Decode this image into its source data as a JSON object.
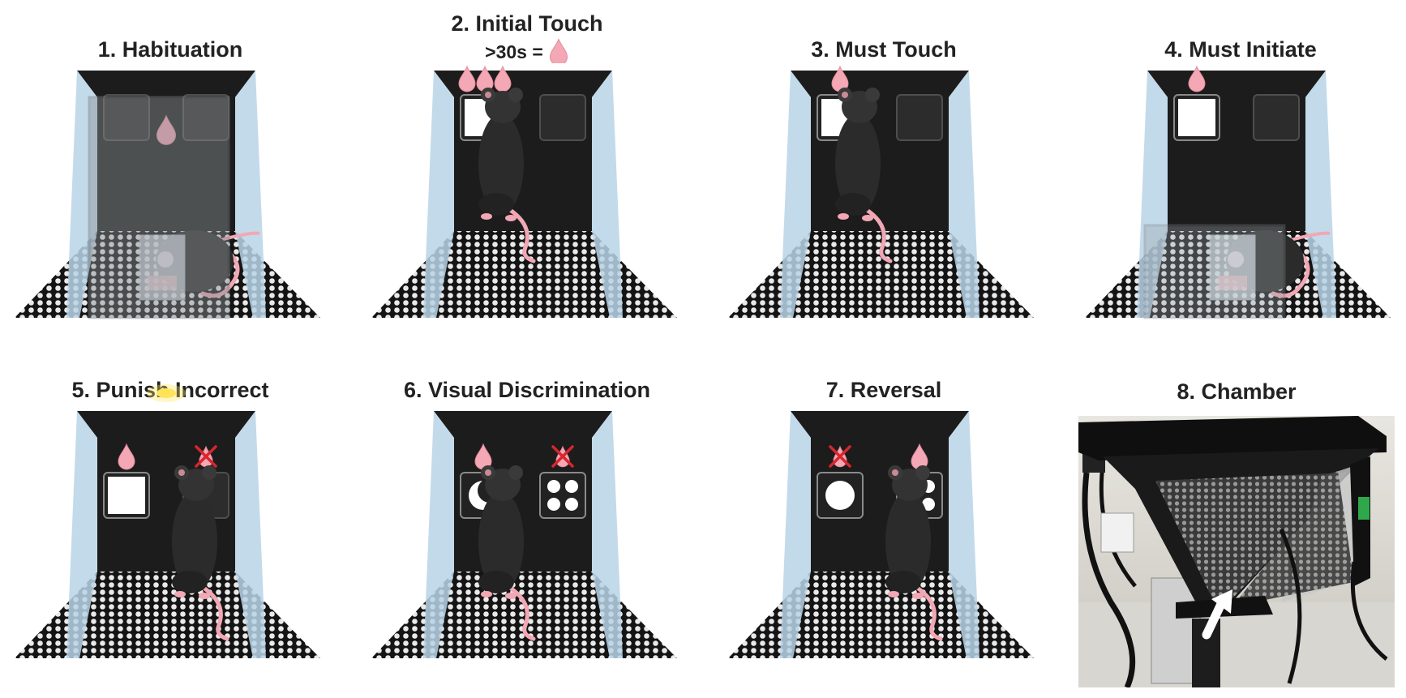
{
  "panels": [
    {
      "title": "1. Habituation",
      "subtitle": "",
      "left_cue": "none",
      "right_cue": "none",
      "center_drop": true,
      "left_drops": 0,
      "left_stim": "dim",
      "right_stim": "dim",
      "right_cue_crossed": false,
      "left_cue_crossed": false,
      "mouse": "start",
      "gate": "closed",
      "house_light": false
    },
    {
      "title": "2. Initial Touch",
      "subtitle": ">30s =",
      "left_drops": 3,
      "left_stim": "white",
      "right_stim": "dim",
      "center_drop": false,
      "right_cue_crossed": false,
      "left_cue_crossed": false,
      "mouse": "left",
      "gate": "open",
      "house_light": false
    },
    {
      "title": "3. Must Touch",
      "subtitle": "",
      "left_drops": 1,
      "left_stim": "white",
      "right_stim": "dim",
      "center_drop": false,
      "right_cue_crossed": false,
      "left_cue_crossed": false,
      "mouse": "left",
      "gate": "open",
      "house_light": false
    },
    {
      "title": "4. Must Initiate",
      "subtitle": "",
      "left_drops": 1,
      "left_stim": "white",
      "right_stim": "dim",
      "center_drop": false,
      "right_cue_crossed": false,
      "left_cue_crossed": false,
      "mouse": "start",
      "gate": "front",
      "house_light": false
    },
    {
      "title": "5. Punish Incorrect",
      "subtitle": "",
      "left_drops": 1,
      "left_stim": "white",
      "right_stim": "dim",
      "center_drop": false,
      "right_cue_crossed": true,
      "left_cue_crossed": false,
      "mouse": "right",
      "gate": "open",
      "house_light": true
    },
    {
      "title": "6. Visual Discrimination",
      "subtitle": "",
      "left_drops": 1,
      "left_stim": "moon",
      "right_stim": "four-dots",
      "center_drop": false,
      "right_cue_crossed": true,
      "left_cue_crossed": false,
      "mouse": "left",
      "gate": "open",
      "house_light": false
    },
    {
      "title": "7. Reversal",
      "subtitle": "",
      "left_drops": 0,
      "right_drops": 1,
      "left_stim": "circle",
      "right_stim": "four-dots",
      "center_drop": false,
      "right_cue_crossed": false,
      "left_cue_crossed": true,
      "mouse": "right",
      "gate": "open",
      "house_light": false
    }
  ],
  "photo": {
    "title": "8. Chamber",
    "arrow_icon": "white-arrow-icon"
  },
  "colors": {
    "wall": "#1c1c1c",
    "glass": "#b9d3e6",
    "floor": "#141414",
    "drop": "#f4a7b4",
    "cross": "#d7262d",
    "light": "#ffe45a",
    "mouse": "#2b2b2b",
    "tail": "#f2a7b4"
  }
}
